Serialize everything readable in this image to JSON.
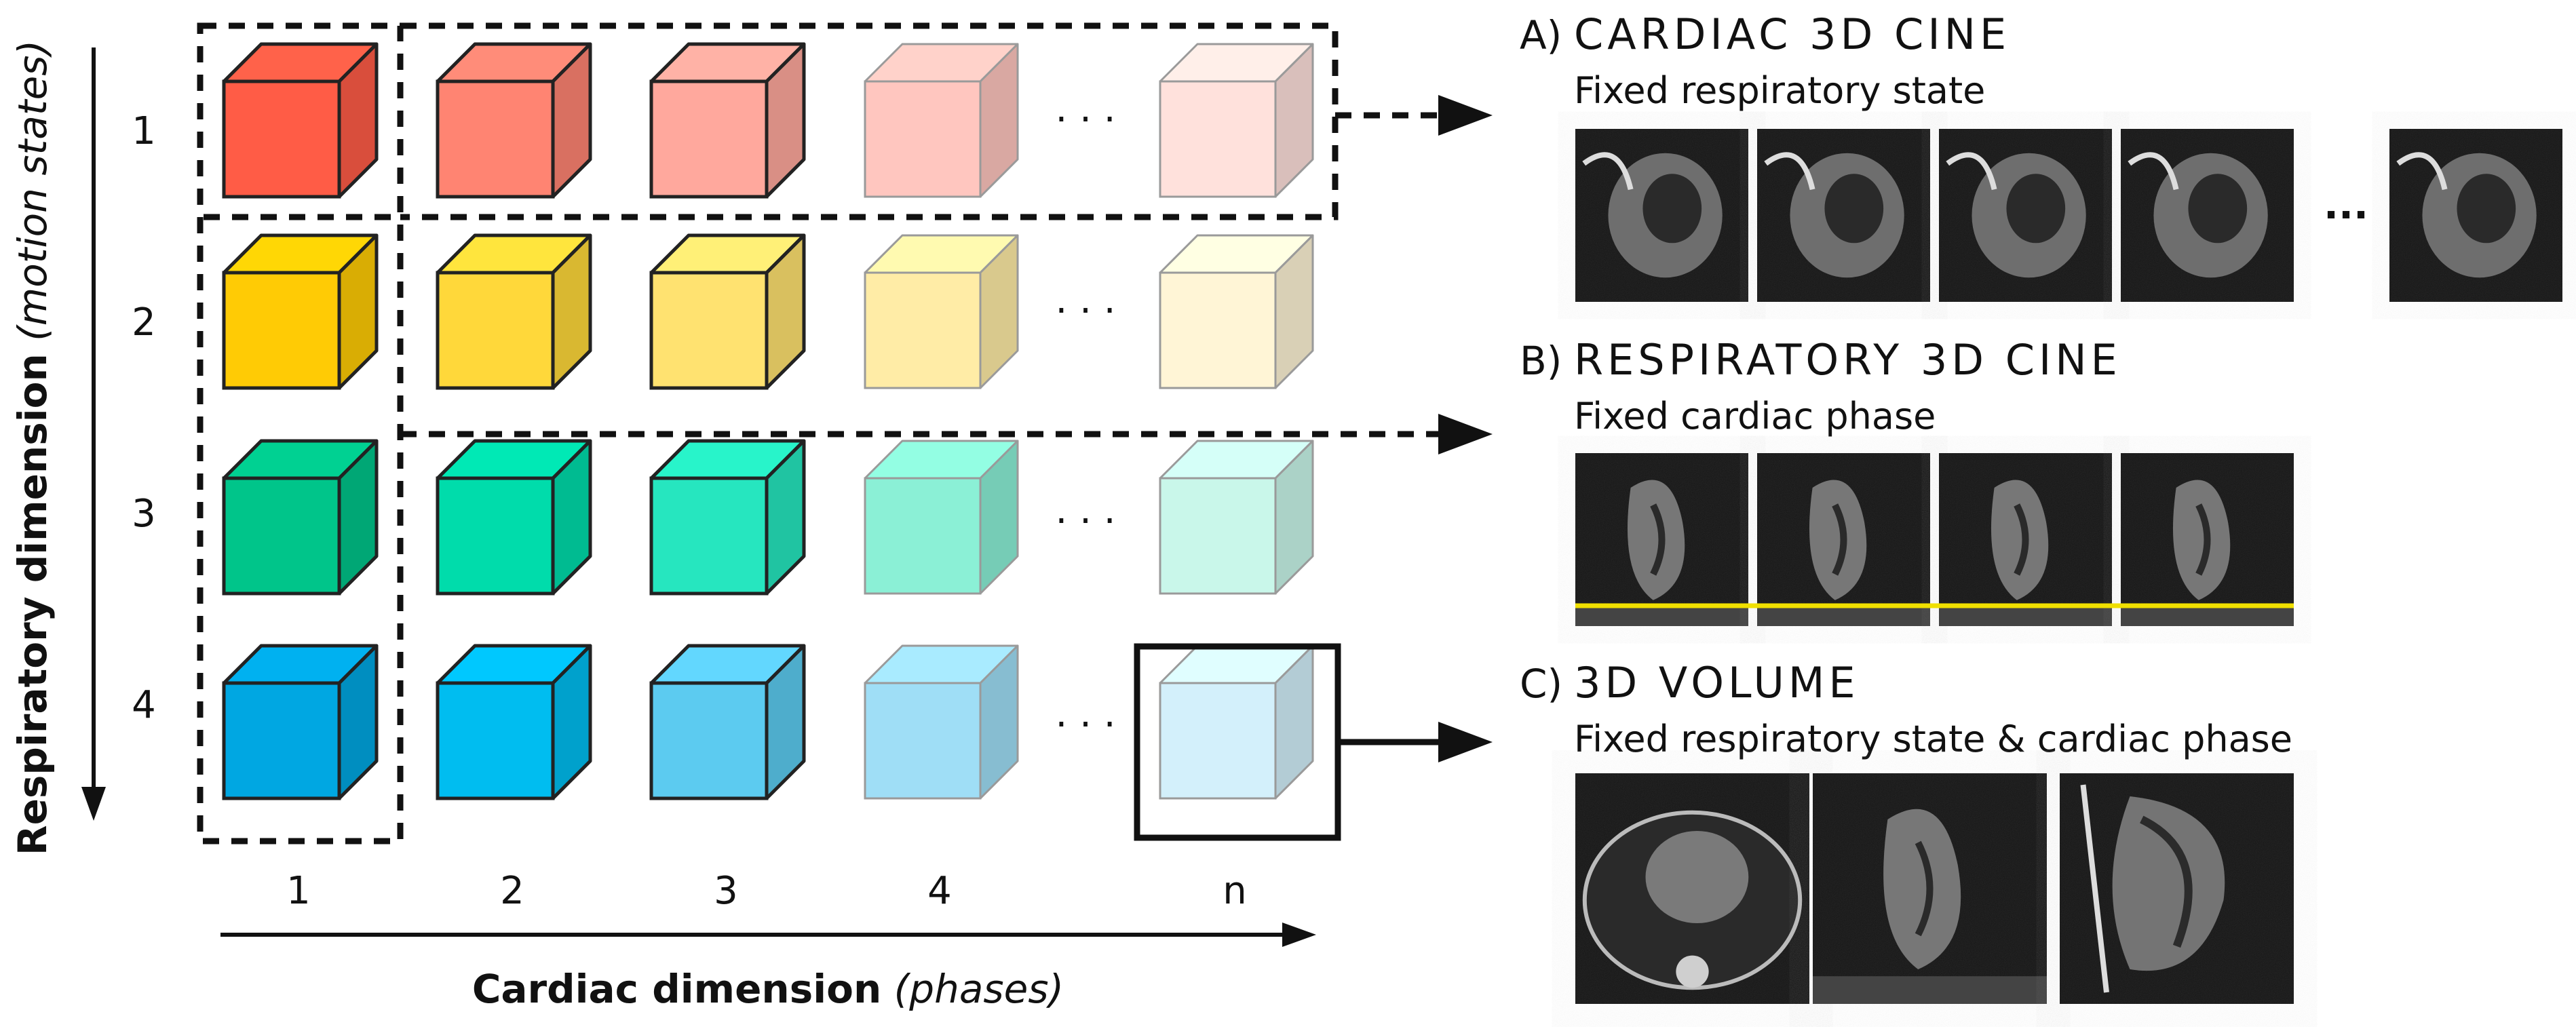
{
  "axes": {
    "respiratory_label": "Respiratory dimension",
    "respiratory_sublabel": "(motion states)",
    "cardiac_label": "Cardiac dimension",
    "cardiac_sublabel": "(phases)"
  },
  "row_labels": [
    "1",
    "2",
    "3",
    "4"
  ],
  "column_labels": [
    "1",
    "2",
    "3",
    "4",
    "n"
  ],
  "ellipsis": "· · ·",
  "panels": [
    {
      "letter": "A)",
      "title": "CARDIAC 3D CINE",
      "subtitle": "Fixed respiratory state",
      "image_count": 5,
      "ellipsis": "..."
    },
    {
      "letter": "B)",
      "title": "RESPIRATORY 3D CINE",
      "subtitle": "Fixed cardiac phase",
      "image_count": 4
    },
    {
      "letter": "C)",
      "title": "3D VOLUME",
      "subtitle": "Fixed respiratory state & cardiac phase",
      "image_count": 3
    }
  ],
  "colors": {
    "rows": [
      [
        "#ff5c46",
        "#ff8472",
        "#ffa89d",
        "#ffc6bf",
        "#ffe1dc"
      ],
      [
        "#ffcb05",
        "#ffd83a",
        "#ffe270",
        "#ffeca6",
        "#fff5d6"
      ],
      [
        "#00c58a",
        "#00dcab",
        "#26e6bf",
        "#8bf0d6",
        "#c9f7ea"
      ],
      [
        "#00a7e2",
        "#00bdf0",
        "#5ccbf0",
        "#9fdef6",
        "#d3f0fb"
      ]
    ],
    "marker_line": "#f0e000"
  }
}
